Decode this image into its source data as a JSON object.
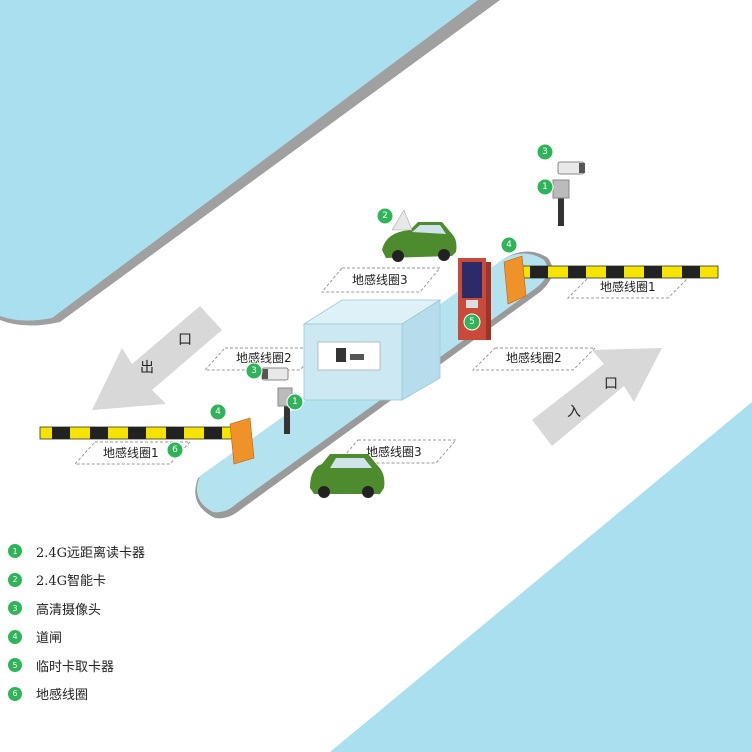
{
  "colors": {
    "sky": "#a9dfee",
    "road": "#b5e2ef",
    "badge": "#2fb45a",
    "barrier_yellow": "#f5e400",
    "barrier_dark": "#222222",
    "gate_orange": "#f0922a",
    "kiosk_red": "#c94a3a",
    "car_green": "#4e8a2e"
  },
  "labels": {
    "loop3_top": "地感线圈3",
    "loop1_right": "地感线圈1",
    "loop2_left": "地感线圈2",
    "loop2_right": "地感线圈2",
    "loop1_left": "地感线圈1",
    "loop3_bottom": "地感线圈3"
  },
  "arrows": {
    "exit_char1": "口",
    "exit_char2": "出",
    "entry_char1": "口",
    "entry_char2": "入"
  },
  "badges": {
    "b1": "1",
    "b2": "2",
    "b3": "3",
    "b4": "4",
    "b5": "5",
    "b6": "6"
  },
  "legend": [
    {
      "num": "1",
      "text": "2.4G远距离读卡器"
    },
    {
      "num": "2",
      "text": "2.4G智能卡"
    },
    {
      "num": "3",
      "text": "高清摄像头"
    },
    {
      "num": "4",
      "text": "道闸"
    },
    {
      "num": "5",
      "text": "临时卡取卡器"
    },
    {
      "num": "6",
      "text": "地感线圈"
    }
  ]
}
